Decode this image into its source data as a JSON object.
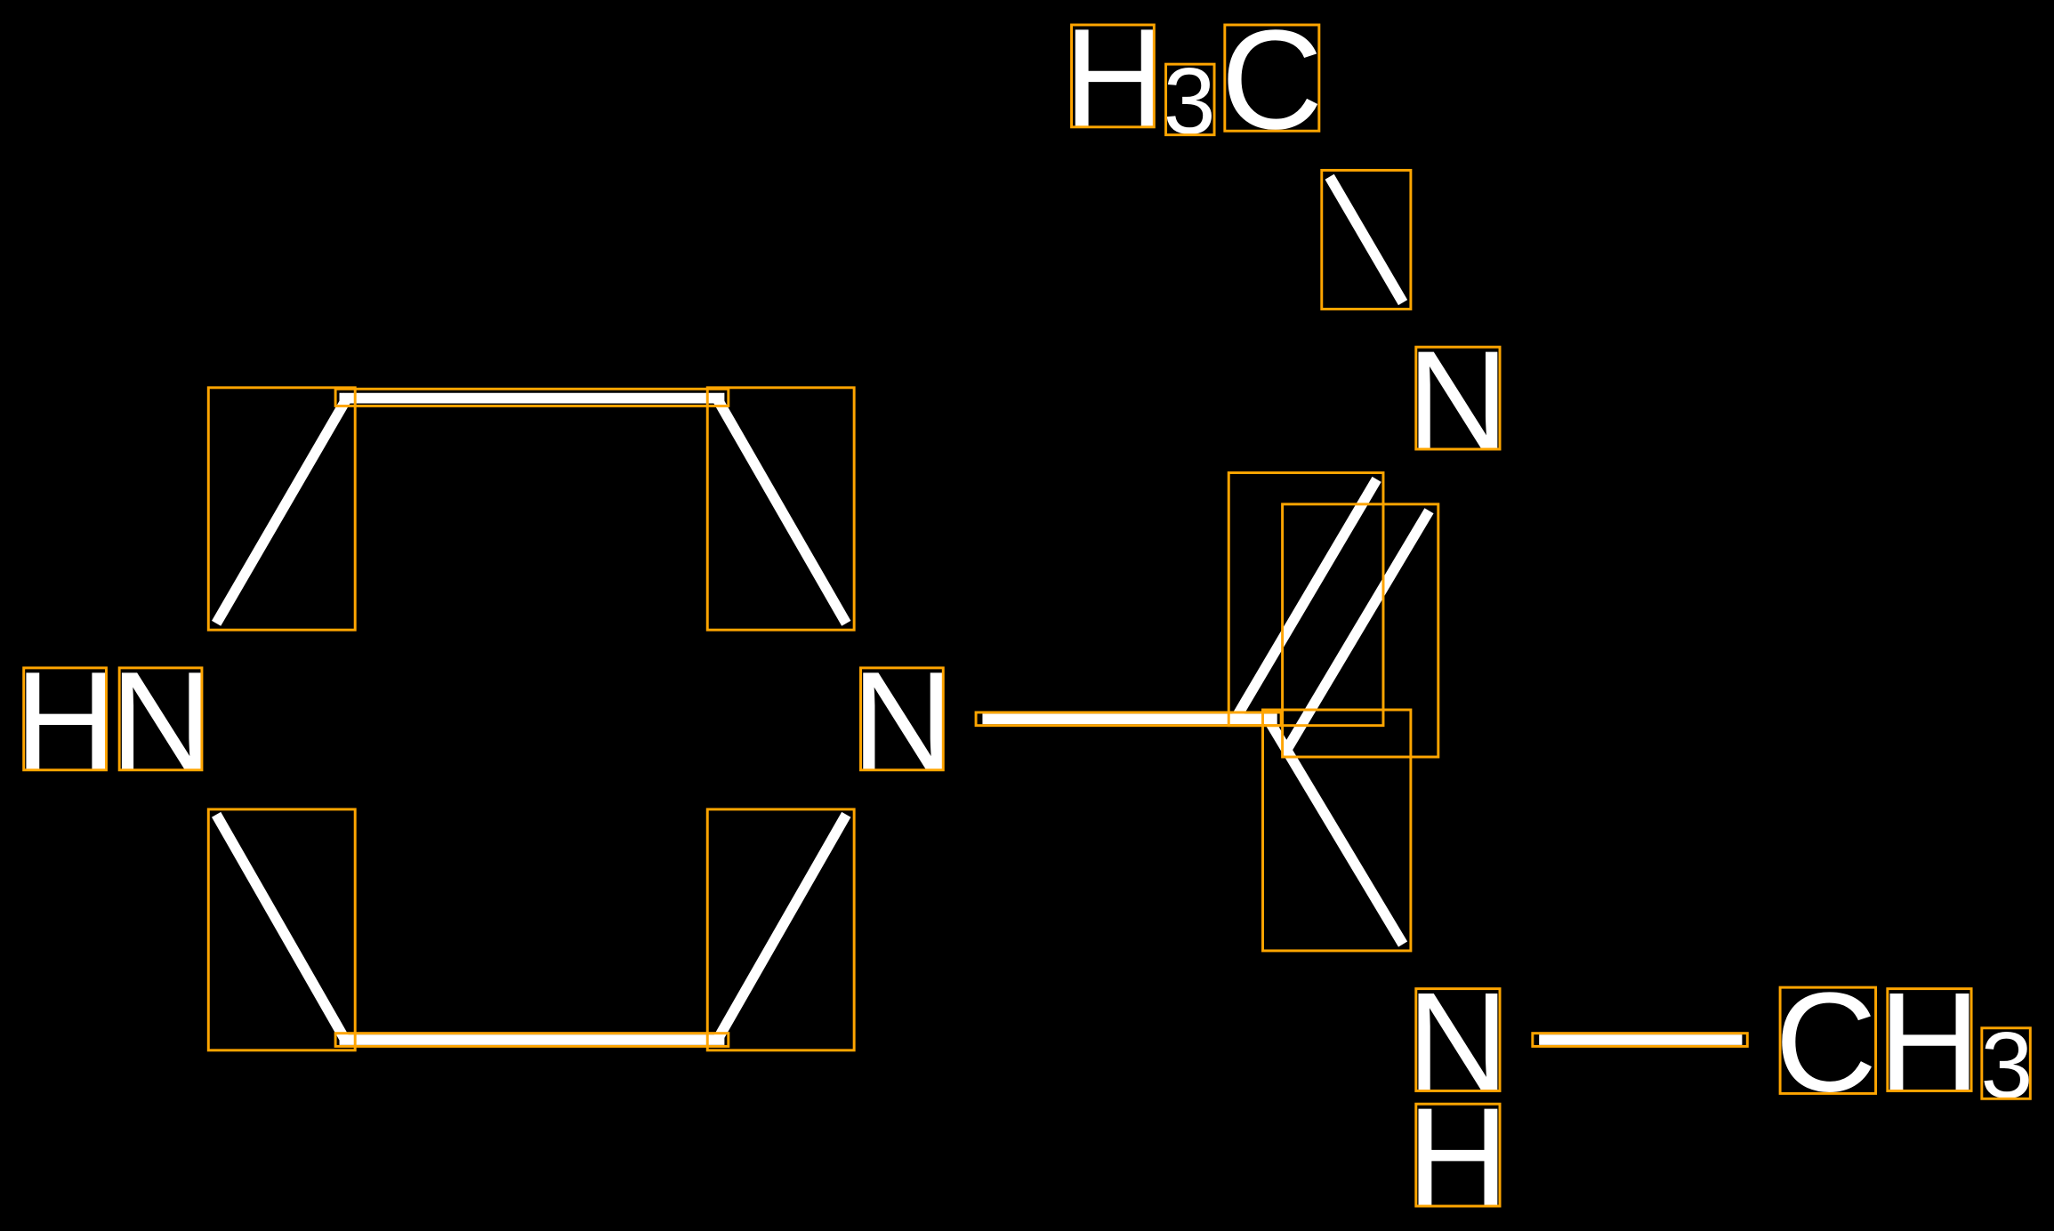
{
  "diagram": {
    "type": "chemical-structure",
    "colors": {
      "background": "#000000",
      "bonds": "#FFFFFF",
      "bounding_boxes": "#FFA500"
    },
    "atoms": {
      "methyl_top_h": "H",
      "methyl_top_sub": "3",
      "methyl_top_c": "C",
      "imine_n": "N",
      "piperazine_n1": "N",
      "piperazine_nh_h": "H",
      "piperazine_nh_n": "N",
      "amine_n": "N",
      "amine_h": "H",
      "methyl_right_c": "C",
      "methyl_right_h": "H",
      "methyl_right_sub": "3"
    }
  }
}
